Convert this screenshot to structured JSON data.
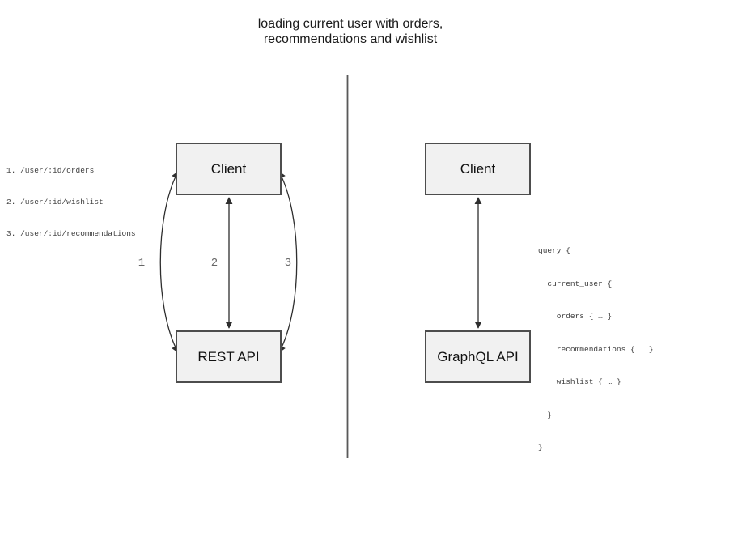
{
  "title": {
    "line1": "loading current user with orders,",
    "line2": "recommendations and wishlist"
  },
  "theme": {
    "box_fill": "#f1f1f1",
    "box_border": "#4d4d4d",
    "arrow_color": "#2e2e2e",
    "divider_color": "#595959",
    "muted_text": "#666666",
    "code_text": "#3d3d3d",
    "title_text": "#1a1a1a"
  },
  "left": {
    "client_label": "Client",
    "api_label": "REST API",
    "endpoints": [
      "1. /user/:id/orders",
      "2. /user/:id/wishlist",
      "3. /user/:id/recommendations"
    ],
    "arrow_labels": [
      "1",
      "2",
      "3"
    ]
  },
  "right": {
    "client_label": "Client",
    "api_label": "GraphQL API",
    "query_lines": [
      "query {",
      "  current_user {",
      "    orders { … }",
      "    recommendations { … }",
      "    wishlist { … }",
      "  }",
      "}"
    ]
  }
}
